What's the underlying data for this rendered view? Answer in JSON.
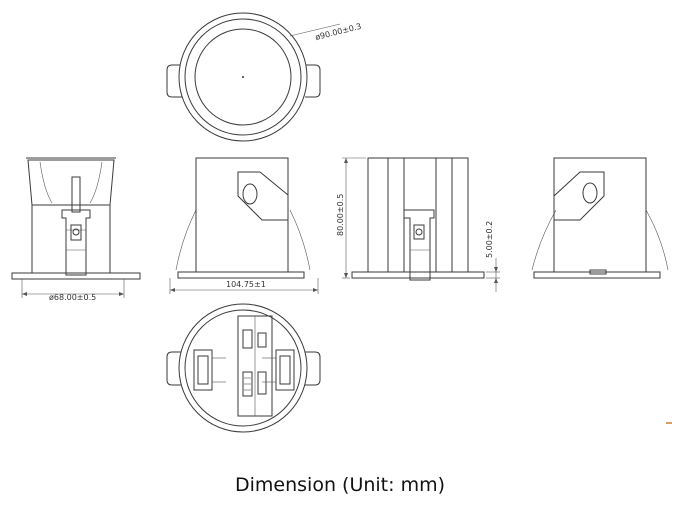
{
  "dimensions": {
    "top_diameter": "ø90.00±0.3",
    "base_diameter": "ø68.00±0.5",
    "flange_width": "104.75±1",
    "height": "80.00±0.5",
    "flange_thickness": "5.00±0.2"
  },
  "caption": "Dimension (Unit:  mm)"
}
